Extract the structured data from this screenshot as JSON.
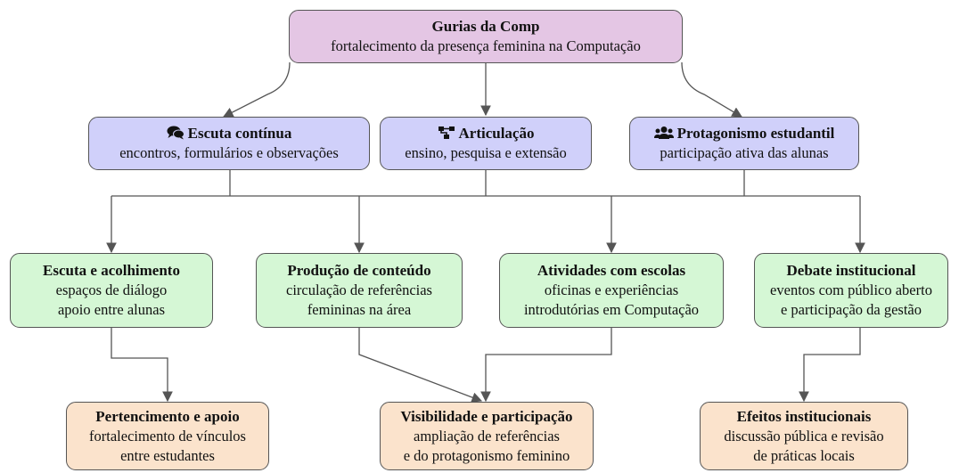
{
  "root": {
    "title": "Gurias da Comp",
    "subtitle": "fortalecimento da presença feminina na Computação"
  },
  "pillars": [
    {
      "title": "Escuta contínua",
      "lines": [
        "encontros, formulários e observações"
      ],
      "icon": "comments-icon"
    },
    {
      "title": "Articulação",
      "lines": [
        "ensino, pesquisa e extensão"
      ],
      "icon": "sitemap-icon"
    },
    {
      "title": "Protagonismo estudantil",
      "lines": [
        "participação ativa das alunas"
      ],
      "icon": "users-icon"
    }
  ],
  "actions": [
    {
      "title": "Escuta e acolhimento",
      "lines": [
        "espaços de diálogo",
        "apoio entre alunas"
      ]
    },
    {
      "title": "Produção de conteúdo",
      "lines": [
        "circulação de referências",
        "femininas na área"
      ]
    },
    {
      "title": "Atividades com escolas",
      "lines": [
        "oficinas e experiências",
        "introdutórias em Computação"
      ]
    },
    {
      "title": "Debate institucional",
      "lines": [
        "eventos com público aberto",
        "e participação da gestão"
      ]
    }
  ],
  "outcomes": [
    {
      "title": "Pertencimento e apoio",
      "lines": [
        "fortalecimento de vínculos",
        "entre estudantes"
      ]
    },
    {
      "title": "Visibilidade e participação",
      "lines": [
        "ampliação de referências",
        "e do protagonismo feminino"
      ]
    },
    {
      "title": "Efeitos institucionais",
      "lines": [
        "discussão pública e revisão",
        "de práticas locais"
      ]
    }
  ],
  "colors": {
    "root": "#e4c6e4",
    "pillar": "#d0d0fa",
    "action": "#d5f7d5",
    "outcome": "#fbe3cc",
    "edge": "#555555"
  }
}
